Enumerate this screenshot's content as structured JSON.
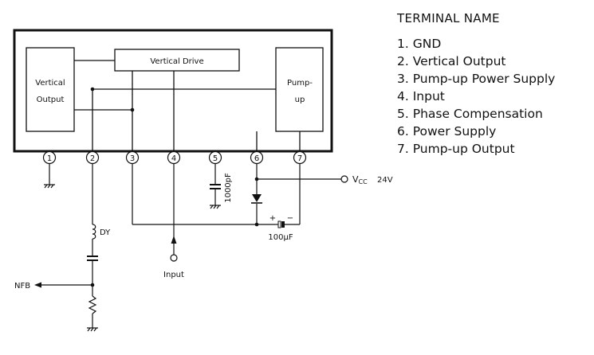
{
  "blocks": {
    "vertical_output": [
      "Vertical",
      "Output"
    ],
    "vertical_drive": "Vertical Drive",
    "pump_up": [
      "Pump-",
      "up"
    ]
  },
  "pins": [
    "1",
    "2",
    "3",
    "4",
    "5",
    "6",
    "7"
  ],
  "components": {
    "cap_pin5": "1000pF",
    "cap_pump": "100μF",
    "polarity_plus": "+",
    "polarity_minus": "−",
    "yoke": "DY"
  },
  "signals": {
    "vcc": "V",
    "vcc_sub": "CC",
    "vcc_value": "24V",
    "input": "Input",
    "nfb": "NFB"
  },
  "terminal_table": {
    "title": "TERMINAL NAME",
    "items": [
      "1.  GND",
      "2.  Vertical Output",
      "3.  Pump-up Power Supply",
      "4.  Input",
      "5.  Phase Compensation",
      "6.  Power Supply",
      "7.  Pump-up Output"
    ]
  }
}
